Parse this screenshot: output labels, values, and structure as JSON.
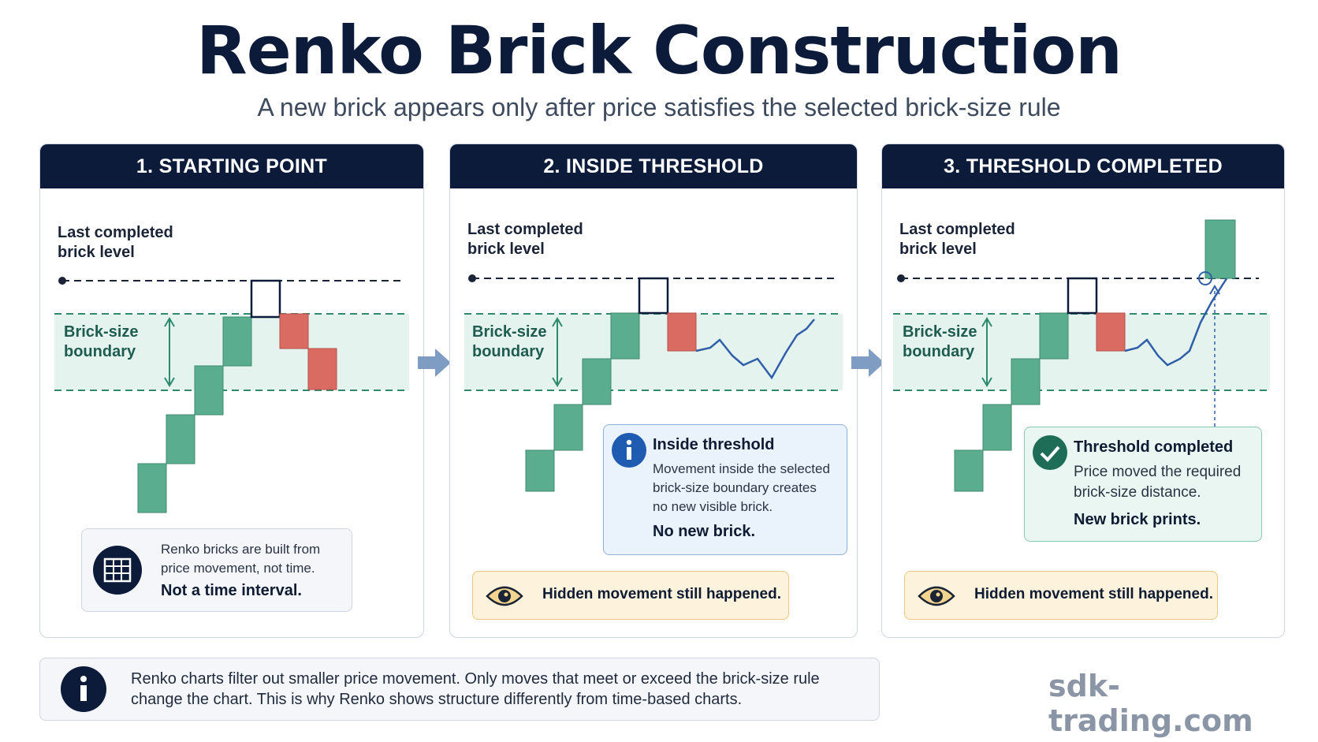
{
  "title": "Renko Brick Construction",
  "subtitle": "A new brick appears only after price satisfies the selected brick-size rule",
  "panels": [
    {
      "header": "1. STARTING POINT",
      "level_label_line1": "Last completed",
      "level_label_line2": "brick level",
      "boundary_label_line1": "Brick-size",
      "boundary_label_line2": "boundary",
      "note": {
        "icon": "grid-icon",
        "line1": "Renko bricks are built from",
        "line2": "price movement, not time.",
        "bold": "Not a time interval."
      }
    },
    {
      "header": "2. INSIDE THRESHOLD",
      "level_label_line1": "Last completed",
      "level_label_line2": "brick level",
      "boundary_label_line1": "Brick-size",
      "boundary_label_line2": "boundary",
      "callout": {
        "icon": "info-icon",
        "title": "Inside threshold",
        "line1": "Movement inside the selected",
        "line2": "brick-size boundary creates",
        "line3": "no new visible brick.",
        "bold": "No new brick."
      },
      "eye_note": "Hidden movement still happened."
    },
    {
      "header": "3. THRESHOLD COMPLETED",
      "level_label_line1": "Last completed",
      "level_label_line2": "brick level",
      "boundary_label_line1": "Brick-size",
      "boundary_label_line2": "boundary",
      "callout": {
        "icon": "check-icon",
        "title": "Threshold completed",
        "line1": "Price moved the required",
        "line2": "brick-size distance.",
        "bold": "New brick prints."
      },
      "eye_note": "Hidden movement still happened."
    }
  ],
  "footer": {
    "icon": "info-icon",
    "line1": "Renko charts filter out smaller price movement. Only moves that meet or exceed the brick-size rule",
    "line2": "change the chart. This is why Renko shows structure differently from time-based charts."
  },
  "brand": "sdk-trading.com",
  "colors": {
    "navy": "#0d1b3a",
    "up_brick": "#5aae8f",
    "down_brick": "#d96b62",
    "boundary_fill": "#e5f3ee",
    "boundary_line": "#2e8a6c",
    "price_line": "#2f5fa8"
  }
}
